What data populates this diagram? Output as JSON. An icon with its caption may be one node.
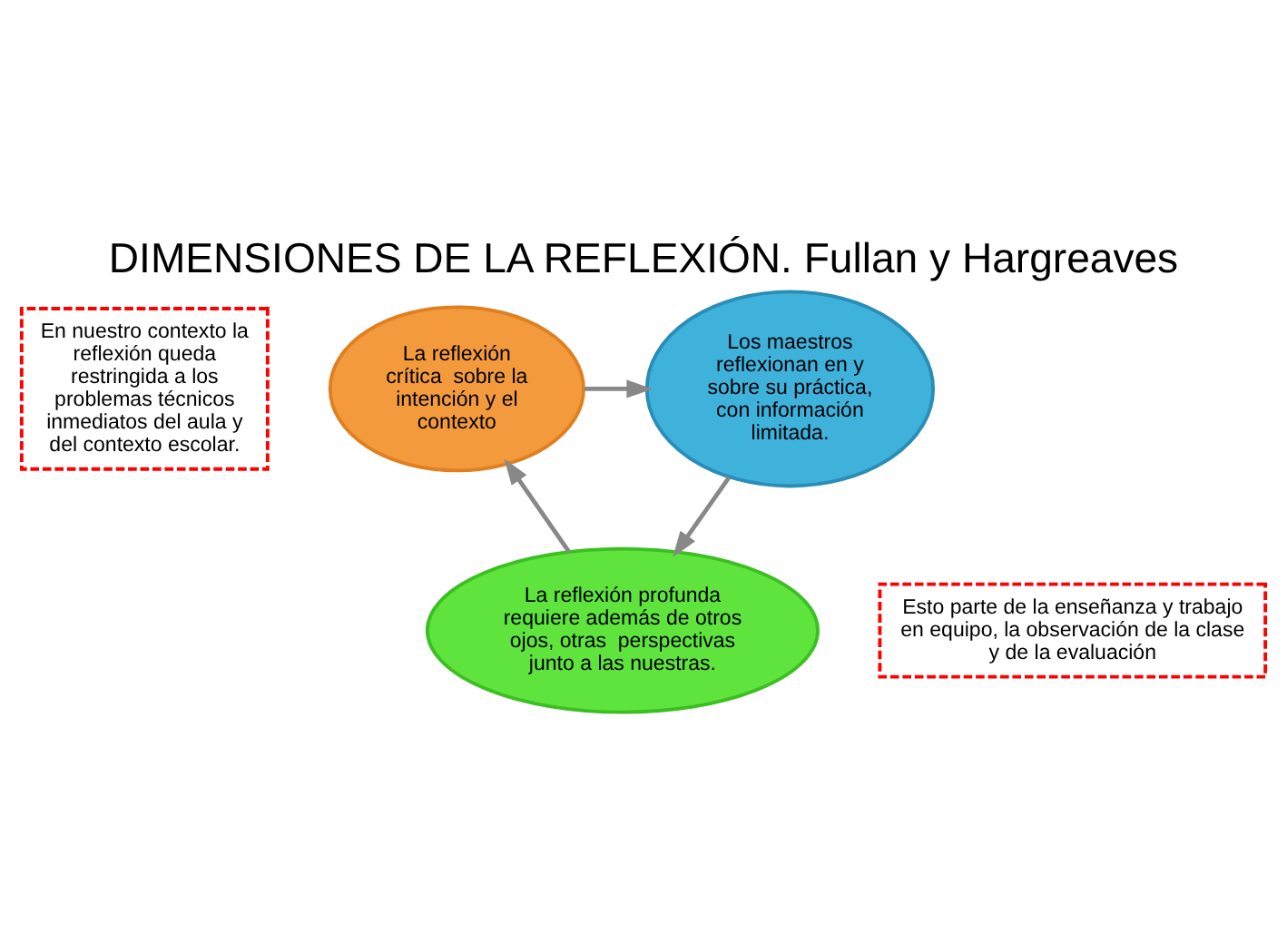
{
  "diagram": {
    "title": "DIMENSIONES DE LA REFLEXIÓN. Fullan y Hargreaves",
    "nodes": [
      {
        "text": [
          "La reflexión crítica  sobre la intención y el contexto"
        ]
      },
      {
        "text": [
          "Los maestros reflexionan en y sobre su práctica, con información limitada."
        ]
      },
      {
        "text": [
          "La reflexión profunda requiere además de otros ojos, otras  perspectivas junto a las nuestras."
        ]
      },
      {
        "text": [
          "En nuestro contexto la reflexión queda restringida a los problemas técnicos inmediatos del aula y del contexto escolar."
        ]
      },
      {
        "text": [
          "Esto parte de la enseñanza y trabajo en equipo, la observación de la clase y de la evaluación"
        ]
      }
    ],
    "edges": [
      {
        "from": 0,
        "to": 1,
        "arrow": "to"
      },
      {
        "from": 1,
        "to": 2,
        "arrow": "to"
      },
      {
        "from": 2,
        "to": 0,
        "arrow": "to"
      }
    ]
  }
}
